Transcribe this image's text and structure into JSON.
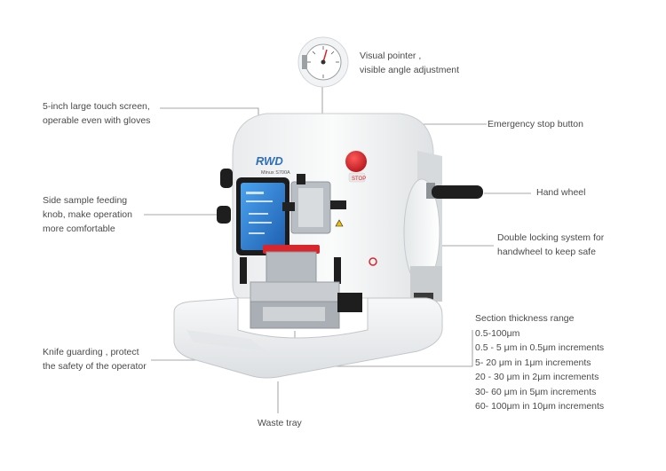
{
  "callouts": {
    "visual_pointer": [
      "Visual pointer ,",
      "visible angle adjustment"
    ],
    "touch_screen": [
      "5-inch large touch screen,",
      "operable even with gloves"
    ],
    "emergency_stop": [
      "Emergency stop button"
    ],
    "side_knob": [
      "Side sample feeding",
      "knob, make operation",
      "more comfortable"
    ],
    "hand_wheel": [
      "Hand wheel"
    ],
    "double_locking": [
      "Double locking system for",
      "handwheel to keep safe"
    ],
    "knife_guarding": [
      "Knife guarding , protect",
      "the safety of the operator"
    ],
    "waste_tray": [
      "Waste tray"
    ]
  },
  "section_thickness": {
    "title": "Section thickness range",
    "items": [
      "0.5-100μm",
      "0.5 - 5 μm  in 0.5μm increments",
      "5- 20 μm   in 1μm increments",
      "20 - 30 μm in 2μm increments",
      "30- 60 μm in 5μm increments",
      "60- 100μm in 10μm increments"
    ]
  },
  "device": {
    "brand": "RWD",
    "model": "Minux S700A",
    "stop_label": "STOP"
  },
  "colors": {
    "body": "#f4f5f6",
    "stop_red": "#d8262c",
    "holder_red": "#d8262c",
    "screen_blue": "#2f7fd4",
    "knob_black": "#1e1e1e",
    "leader_line": "#8a8a8a"
  }
}
